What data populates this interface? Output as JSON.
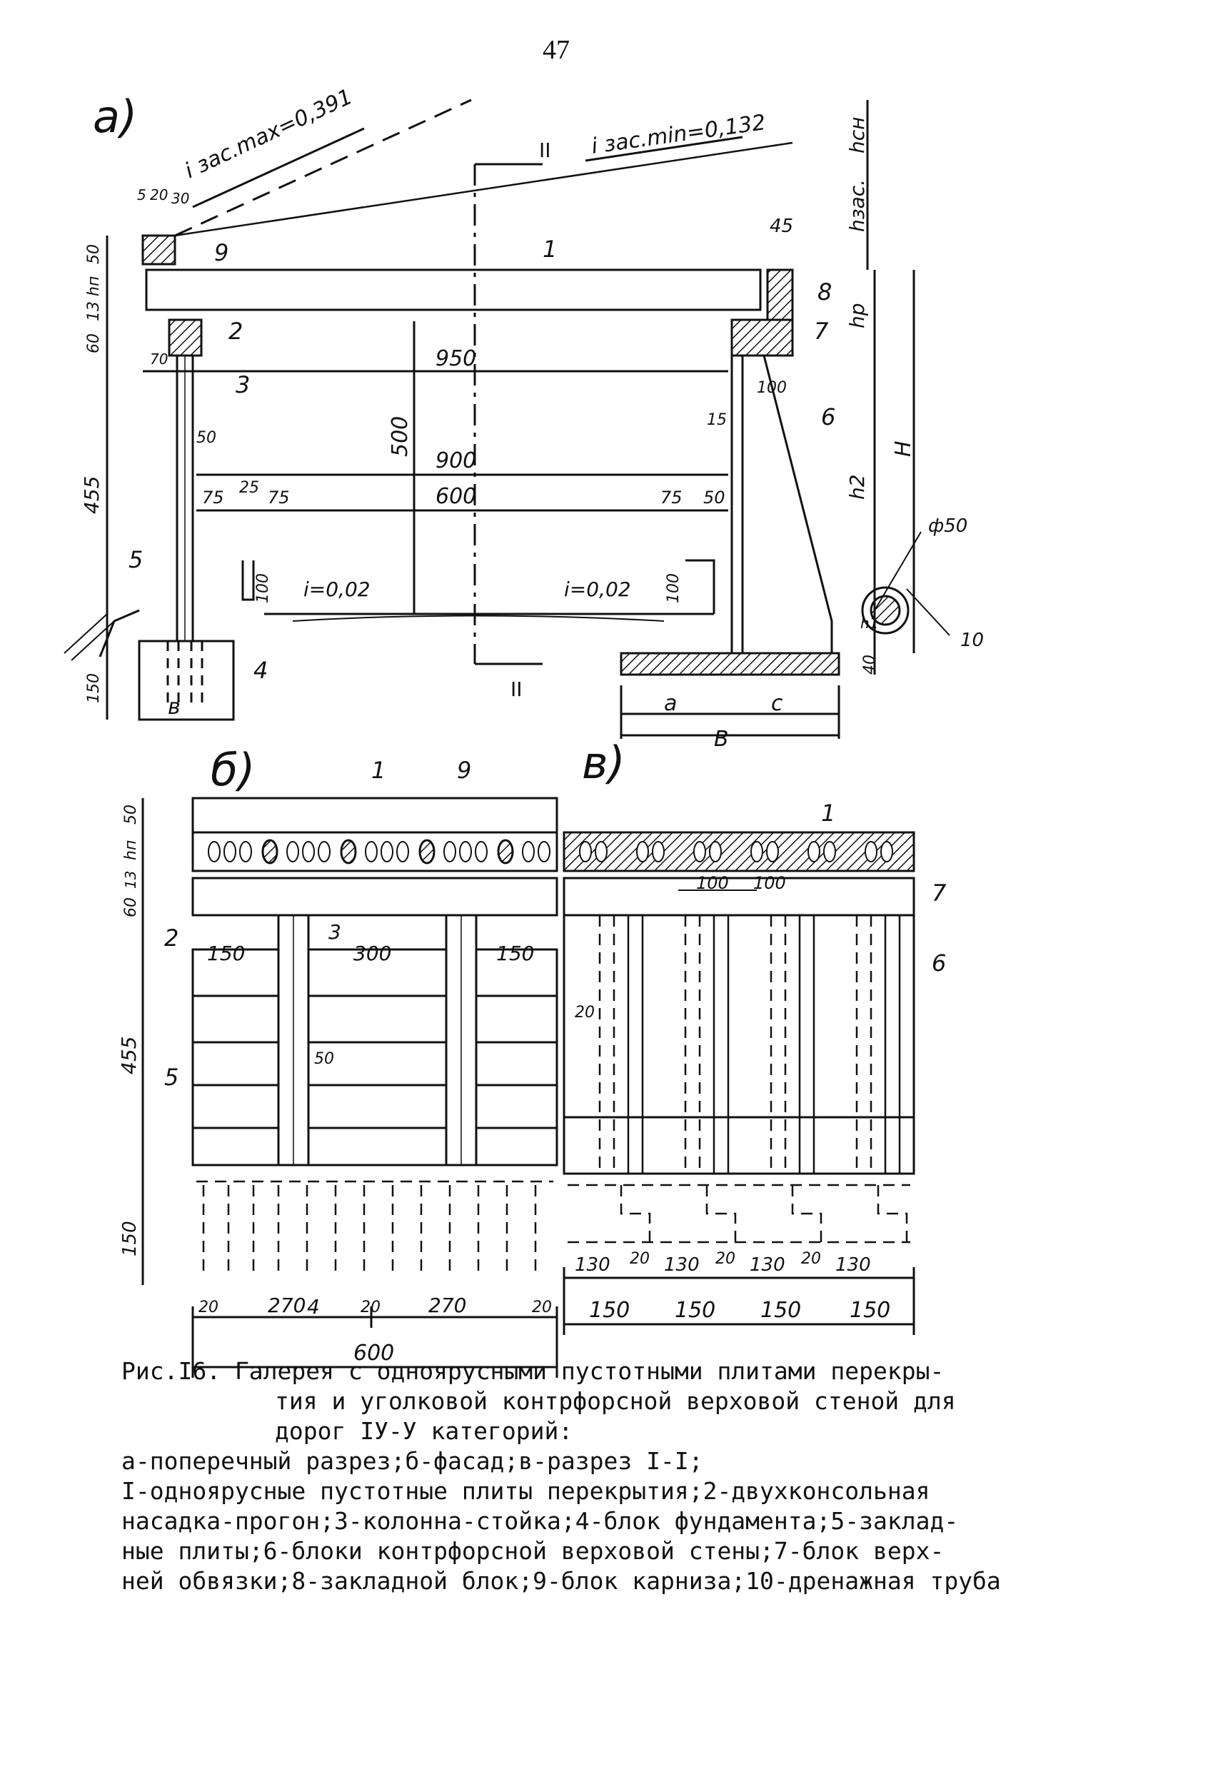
{
  "page_number": "47",
  "views": {
    "a": "а)",
    "b": "б)",
    "v": "в)"
  },
  "labels_a": {
    "i_max": "i зас.max=0,391",
    "i_min": "i зас.min=0,132",
    "sec": "II",
    "h_sn": "hсн",
    "h_zas": "hзас.",
    "h_r": "hр",
    "h_2": "h2",
    "H": "H",
    "h_1": "h1",
    "hp_side": "hп",
    "phi": "ф50",
    "b": "в",
    "a": "a",
    "c": "c",
    "B": "B",
    "slope1": "i=0,02",
    "slope2": "i=0,02"
  },
  "dims_a": {
    "d5": "5",
    "d20": "20",
    "d30": "30",
    "d50top": "50",
    "d13": "13",
    "d60": "60",
    "d455": "455",
    "d150": "150",
    "d45": "45",
    "d70": "70",
    "d950": "950",
    "d500": "500",
    "d900": "900",
    "d600": "600",
    "d75a": "75",
    "d25": "25",
    "d75b": "75",
    "d75c": "75",
    "d50r": "50",
    "d100a": "100",
    "d15": "15",
    "d50c": "50",
    "d100b": "100",
    "d100c": "100",
    "d40": "40"
  },
  "items_a": {
    "n1": "1",
    "n2": "2",
    "n3": "3",
    "n4": "4",
    "n5": "5",
    "n6": "6",
    "n7": "7",
    "n8": "8",
    "n9": "9",
    "n10": "10"
  },
  "labels_b": {
    "n1": "1",
    "n9": "9",
    "n2": "2",
    "n3": "3",
    "n4": "4",
    "n5": "5",
    "d50": "50",
    "d13": "13",
    "d60": "60",
    "hp": "hп",
    "d455": "455",
    "d150": "150",
    "d150a": "150",
    "d300": "300",
    "d150b": "150",
    "d50c": "50",
    "d20a": "20",
    "d270a": "270",
    "d20b": "20",
    "d270b": "270",
    "d20c": "20",
    "d600": "600"
  },
  "labels_v": {
    "n1": "1",
    "n7": "7",
    "n6": "6",
    "d100a": "100",
    "d100b": "100",
    "d20": "20",
    "d130a": "130",
    "d20a": "20",
    "d130b": "130",
    "d20b": "20",
    "d130c": "130",
    "d20c": "20",
    "d130d": "130",
    "d150a": "150",
    "d150b": "150",
    "d150c": "150",
    "d150d": "150"
  },
  "caption": {
    "line1": "Рис.I6. Галерея с одноярусными пустотными плитами перекры-",
    "line2": "тия и уголковой контрфорсной верховой стеной для",
    "line3": "дорог IУ-У категорий:",
    "line4": "а-поперечный разрез;б-фасад;в-разрез I-I;",
    "line5": "I-одноярусные пустотные плиты перекрытия;2-двухконсольная",
    "line6": "насадка-прогон;3-колонна-стойка;4-блок фундамента;5-заклад-",
    "line7": "ные плиты;6-блоки контрфорсной верховой стены;7-блок верх-",
    "line8": "ней обвязки;8-закладной блок;9-блок карниза;10-дренажная труба"
  }
}
